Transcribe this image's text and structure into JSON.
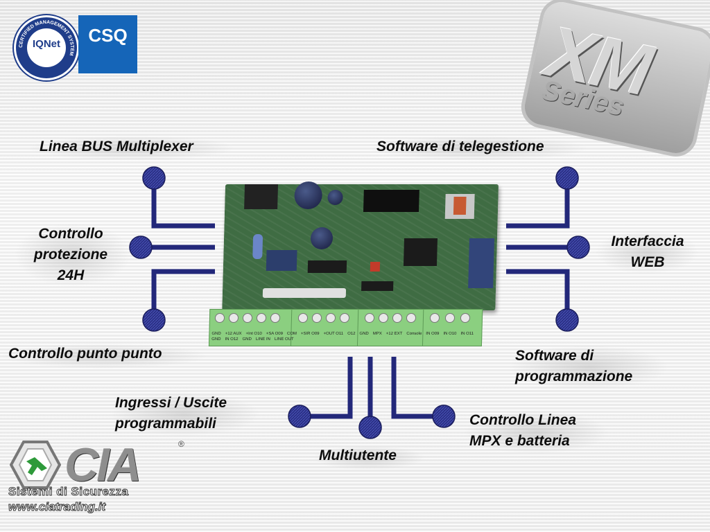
{
  "certification": {
    "iqnet_text": "IQNet",
    "iqnet_ring_text": "CERTIFIED MANAGEMENT SYSTEM",
    "csq_text": "CSQ"
  },
  "product_logo": {
    "main": "XM",
    "sub": "Series"
  },
  "features": {
    "bus": "Linea BUS Multiplexer",
    "telegestione": "Software di telegestione",
    "protezione": [
      "Controllo",
      "protezione",
      "24H"
    ],
    "web": [
      "Interfaccia",
      "WEB"
    ],
    "punto": "Controllo punto punto",
    "programmazione": [
      "Software di",
      "programmazione"
    ],
    "ingressi": [
      "Ingressi / Uscite",
      "programmabili"
    ],
    "mpx": [
      "Controllo Linea",
      "MPX e batteria"
    ],
    "multiutente": "Multiutente"
  },
  "board_terminals": [
    "GND",
    "+12 AUX",
    "+Int O10",
    "+SA O09",
    "COM",
    "+SIR O09",
    "+OUT O11",
    "O12",
    "GND",
    "MPX",
    "+12 EXT",
    "Console",
    "IN O09",
    "IN O10",
    "IN O11",
    "GND",
    "IN O12",
    "GND",
    "LINE IN",
    "LINE OUT"
  ],
  "company": {
    "name": "CIA",
    "registered": "®",
    "tagline": "Sistemi di Sicurezza",
    "website": "www.ciatrading.it"
  },
  "colors": {
    "wire": "#23287a",
    "node": "#2a2f85",
    "csq_bg": "#1565b8",
    "iqnet_blue": "#1f3d8a",
    "cia_green": "#2e9a3a"
  }
}
